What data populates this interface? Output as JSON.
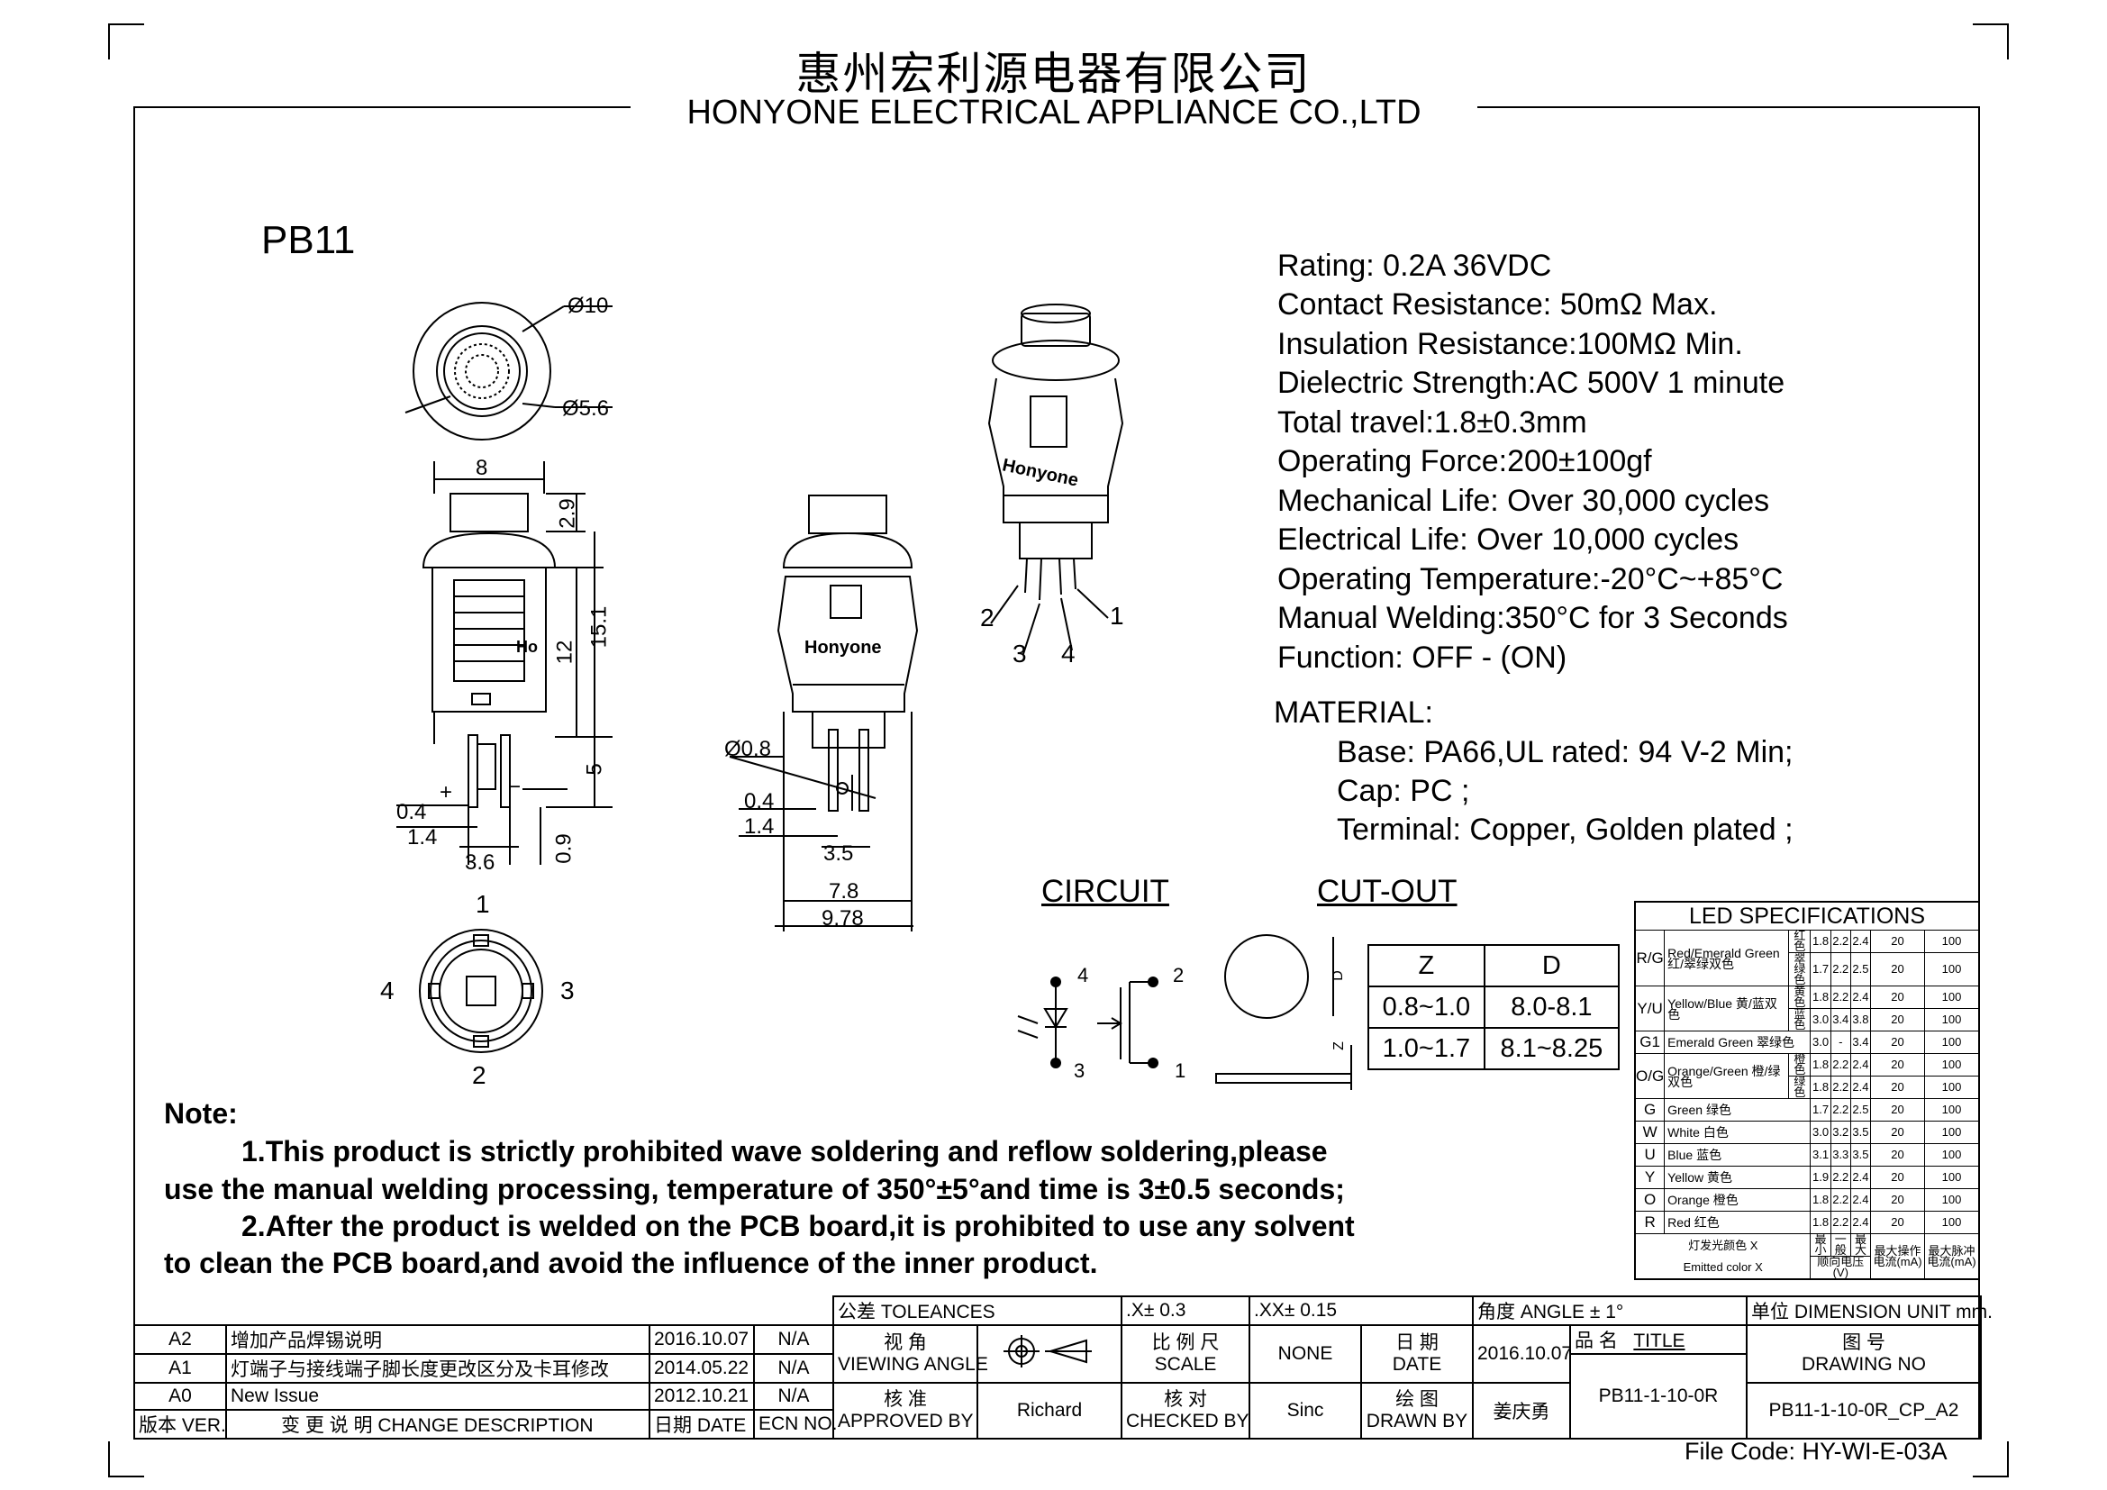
{
  "header": {
    "company_cn": "惠州宏利源电器有限公司",
    "company_en": "HONYONE ELECTRICAL APPLIANCE CO.,LTD"
  },
  "model": "PB11",
  "specs": [
    "Rating: 0.2A 36VDC",
    "Contact Resistance: 50mΩ Max.",
    "Insulation Resistance:100MΩ  Min.",
    "Dielectric Strength:AC 500V 1 minute",
    "Total travel:1.8±0.3mm",
    "Operating Force:200±100gf",
    "Mechanical Life: Over 30,000 cycles",
    "Electrical Life: Over 10,000 cycles",
    "Operating Temperature:-20°C~+85°C",
    "Manual Welding:350°C for 3 Seconds",
    "Function:  OFF - (ON)"
  ],
  "material": {
    "title": "MATERIAL:",
    "items": [
      "Base: PA66,UL rated: 94 V-2 Min;",
      "Cap: PC ;",
      "Terminal: Copper, Golden plated ;"
    ]
  },
  "dimensions": {
    "dia10": "Ø10",
    "dia56": "Ø5.6",
    "w8": "8",
    "h29": "2.9",
    "h151": "15.1",
    "h12": "12",
    "h5": "5",
    "v04": "0.4",
    "v14": "1.4",
    "v36": "3.6",
    "v09": "0.9",
    "d08": "Ø0.8",
    "s04": "0.4",
    "s14": "1.4",
    "s35": "3.5",
    "w78": "7.8",
    "w978": "9.78",
    "plus": "+",
    "minus": "−"
  },
  "brand_mark": "Honyone",
  "brand_mark_short": "Ho",
  "pins": {
    "p1": "1",
    "p2": "2",
    "p3": "3",
    "p4": "4"
  },
  "circuit": {
    "title": "CIRCUIT",
    "pins": [
      "4",
      "2",
      "3",
      "1"
    ]
  },
  "cutout": {
    "title": "CUT-OUT",
    "label_d": "D",
    "label_z": "Z",
    "headers": [
      "Z",
      "D"
    ],
    "rows": [
      [
        "0.8~1.0",
        "8.0-8.1"
      ],
      [
        "1.0~1.7",
        "8.1~8.25"
      ]
    ]
  },
  "notes": {
    "title": "Note:",
    "lines": [
      "1.This product is strictly prohibited wave soldering and reflow soldering,please",
      "use the manual welding processing, temperature of 350°±5°and time is 3±0.5 seconds;",
      "2.After the product is welded on the PCB board,it is prohibited to use any solvent",
      "to clean the PCB board,and avoid the influence of the inner product."
    ]
  },
  "led_specs": {
    "title": "LED  SPECIFICATIONS",
    "rows": [
      {
        "code": "R/G",
        "name": "Red/Emerald Green 红/翠绿双色",
        "sub": "红色",
        "vals": [
          "1.8",
          "2.2",
          "2.4",
          "20",
          "100"
        ]
      },
      {
        "code": "",
        "name": "",
        "sub": "翠绿色",
        "vals": [
          "1.7",
          "2.2",
          "2.5",
          "20",
          "100"
        ]
      },
      {
        "code": "Y/U",
        "name": "Yellow/Blue 黄/蓝双色",
        "sub": "黄色",
        "vals": [
          "1.8",
          "2.2",
          "2.4",
          "20",
          "100"
        ]
      },
      {
        "code": "",
        "name": "",
        "sub": "蓝色",
        "vals": [
          "3.0",
          "3.4",
          "3.8",
          "20",
          "100"
        ]
      },
      {
        "code": "G1",
        "name": "Emerald Green 翠绿色",
        "sub": "",
        "vals": [
          "3.0",
          "-",
          "3.4",
          "20",
          "100"
        ]
      },
      {
        "code": "O/G",
        "name": "Orange/Green 橙/绿双色",
        "sub": "橙色",
        "vals": [
          "1.8",
          "2.2",
          "2.4",
          "20",
          "100"
        ]
      },
      {
        "code": "",
        "name": "",
        "sub": "绿色",
        "vals": [
          "1.8",
          "2.2",
          "2.4",
          "20",
          "100"
        ]
      },
      {
        "code": "G",
        "name": "Green 绿色",
        "sub": "",
        "vals": [
          "1.7",
          "2.2",
          "2.5",
          "20",
          "100"
        ]
      },
      {
        "code": "W",
        "name": "White 白色",
        "sub": "",
        "vals": [
          "3.0",
          "3.2",
          "3.5",
          "20",
          "100"
        ]
      },
      {
        "code": "U",
        "name": "Blue 蓝色",
        "sub": "",
        "vals": [
          "3.1",
          "3.3",
          "3.5",
          "20",
          "100"
        ]
      },
      {
        "code": "Y",
        "name": "Yellow 黄色",
        "sub": "",
        "vals": [
          "1.9",
          "2.2",
          "2.4",
          "20",
          "100"
        ]
      },
      {
        "code": "O",
        "name": "Orange 橙色",
        "sub": "",
        "vals": [
          "1.8",
          "2.2",
          "2.4",
          "20",
          "100"
        ]
      },
      {
        "code": "R",
        "name": "Red 红色",
        "sub": "",
        "vals": [
          "1.8",
          "2.2",
          "2.4",
          "20",
          "100"
        ]
      }
    ],
    "footer": {
      "color_label": "灯发光颜色 X",
      "color_label_en": "Emitted color X",
      "min": "最小",
      "typ": "一般",
      "max": "最大",
      "vf": "顺向电压(V)",
      "if": "最大操作电流(mA)",
      "ifp": "最大脉冲电流(mA)"
    }
  },
  "title_block": {
    "tolerances_label": "公差 TOLEANCES",
    "tol_x": ".X± 0.3",
    "tol_xx": ".XX± 0.15",
    "tol_angle": "角度 ANGLE ± 1°",
    "unit_label": "单位",
    "unit_value": "DIMENSION UNIT",
    "unit_mm": "mm.",
    "revisions": [
      {
        "ver": "A2",
        "desc": "增加产品焊锡说明",
        "date": "2016.10.07",
        "ecn": "N/A"
      },
      {
        "ver": "A1",
        "desc": "灯端子与接线端子脚长度更改区分及卡耳修改",
        "date": "2014.05.22",
        "ecn": "N/A"
      },
      {
        "ver": "A0",
        "desc": "New Issue",
        "date": "2012.10.21",
        "ecn": "N/A"
      }
    ],
    "col_ver": "版本 VER.",
    "col_desc": "变 更 说 明  CHANGE DESCRIPTION",
    "col_date": "日期 DATE",
    "col_ecn": "ECN NO.",
    "viewing_cn": "视 角",
    "viewing_en": "VIEWING ANGLE",
    "scale_cn": "比 例 尺",
    "scale_en": "SCALE",
    "scale_value": "NONE",
    "date_cn": "日 期",
    "date_en": "DATE",
    "date_value": "2016.10.07",
    "title_cn": "品 名",
    "title_en": "TITLE",
    "drawing_no_cn": "图 号",
    "drawing_no_en": "DRAWING NO",
    "approved_cn": "核 准",
    "approved_en": "APPROVED BY",
    "approved_value": "Richard",
    "checked_cn": "核 对",
    "checked_en": "CHECKED BY",
    "checked_value": "Sinc",
    "drawn_cn": "绘 图",
    "drawn_en": "DRAWN BY",
    "drawn_value": "姜庆勇",
    "title_value": "PB11-1-10-0R",
    "drawing_no_value": "PB11-1-10-0R_CP_A2"
  },
  "file_code": "File Code: HY-WI-E-03A"
}
